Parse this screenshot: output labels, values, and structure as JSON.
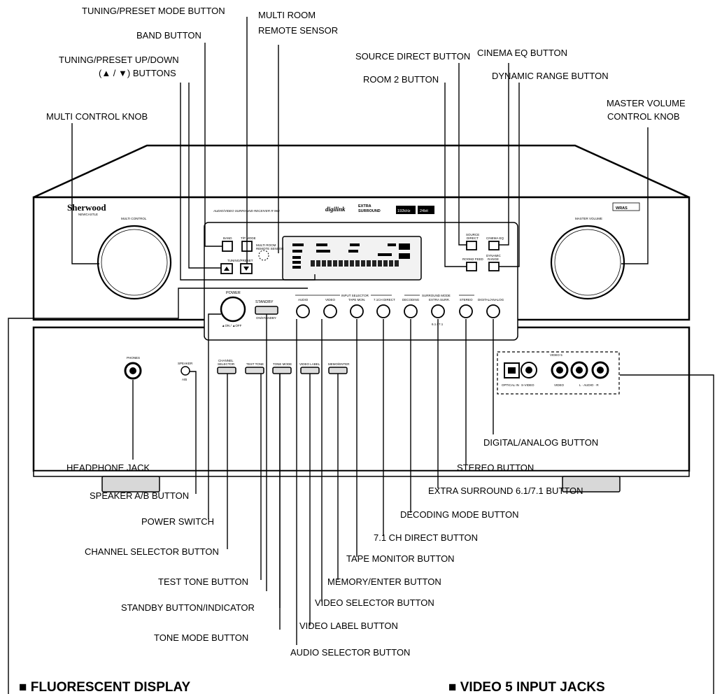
{
  "labels": {
    "tuning_preset_mode_button": "TUNING/PRESET MODE BUTTON",
    "multi_room_line1": "MULTI ROOM",
    "multi_room_line2": "REMOTE SENSOR",
    "band_button": "BAND BUTTON",
    "tuning_updown_line1": "TUNING/PRESET UP/DOWN",
    "tuning_updown_line2": "(▲ / ▼) BUTTONS",
    "multi_control_knob": "MULTI CONTROL KNOB",
    "source_direct_button": "SOURCE DIRECT BUTTON",
    "cinema_eq_button": "CINEMA EQ BUTTON",
    "room2_button": "ROOM 2 BUTTON",
    "dynamic_range_button": "DYNAMIC RANGE BUTTON",
    "master_volume_line1": "MASTER VOLUME",
    "master_volume_line2": "CONTROL KNOB",
    "digital_analog_button": "DIGITAL/ANALOG BUTTON",
    "headphone_jack": "HEADPHONE JACK",
    "stereo_button": "STEREO BUTTON",
    "speaker_ab_button": "SPEAKER A/B BUTTON",
    "extra_surround_button": "EXTRA SURROUND 6.1/7.1 BUTTON",
    "power_switch": "POWER SWITCH",
    "decoding_mode_button": "DECODING MODE BUTTON",
    "channel_selector_button": "CHANNEL SELECTOR BUTTON",
    "direct_71_button": "7.1 CH DIRECT BUTTON",
    "tape_monitor_button": "TAPE MONITOR  BUTTON",
    "test_tone_button": "TEST TONE BUTTON",
    "memory_enter_button": "MEMORY/ENTER BUTTON",
    "video_selector_button": "VIDEO SELECTOR BUTTON",
    "standby_button": "STANDBY BUTTON/INDICATOR",
    "video_label_button": "VIDEO LABEL BUTTON",
    "tone_mode_button": "TONE MODE BUTTON",
    "audio_selector_button": "AUDIO SELECTOR BUTTON"
  },
  "sections": {
    "fluorescent_display": "■ FLUORESCENT DISPLAY",
    "video5_input_jacks": "■ VIDEO 5 INPUT JACKS"
  },
  "panel": {
    "brand": "Sherwood",
    "brand_sub": "NEWCASTLE",
    "model": "AUDIO/VIDEO SURROUND RECEIVER R-963",
    "digilink": "digilink",
    "extra": "EXTRA",
    "surround": "SURROUND",
    "rate": "192kHz",
    "bits": "24bit",
    "wras": "WRAS",
    "multi_control": "MULTI CONTROL",
    "master_volume": "MASTER VOLUME",
    "band": "BAND",
    "tp_mode": "T/P MODE",
    "multi_room": "MULTI ROOM",
    "remote_sensor": "REMOTE SENSOR",
    "tuning_preset": "TUNING/PRESET",
    "source_direct_1": "SOURCE",
    "source_direct_2": "DIRECT",
    "cinema_eq": "CINEMA EQ",
    "room2_feed": "ROOM2 FEED",
    "dynamic_1": "DYNAMIC",
    "dynamic_2": "RANGE",
    "power": "POWER",
    "on_off": "▲ON / ▲OFF",
    "standby": "STANDBY",
    "on_standby": "ON/STANDBY",
    "input_selector": "INPUT SELECTOR",
    "surround_mode": "SURROUND MODE",
    "audio": "AUDIO",
    "video": "VIDEO",
    "tape_mon": "TAPE MON.",
    "ch_direct": "7.1CH DIRECT",
    "decoding": "DECODING",
    "extra_surr": "EXTRA SURR.",
    "six_seven": "6.1 / 7.1",
    "stereo": "STEREO",
    "digital_analog": "DIGITAL/ANALOG",
    "phones": "PHONES",
    "speaker": "SPEAKER",
    "speaker_ab": "A/B",
    "channel_1": "CHANNEL",
    "channel_2": "SELECTOR",
    "test_tone": "TEST TONE",
    "tone_mode": "TONE MODE",
    "video_label": "VIDEO LABEL",
    "memo_enter": "MEMO/ENTER",
    "video5": "VIDEO 5",
    "optical_in": "OPTICAL IN",
    "s_video": "S-VIDEO",
    "jack_video": "VIDEO",
    "l_audio_r": "L · AUDIO · R"
  }
}
